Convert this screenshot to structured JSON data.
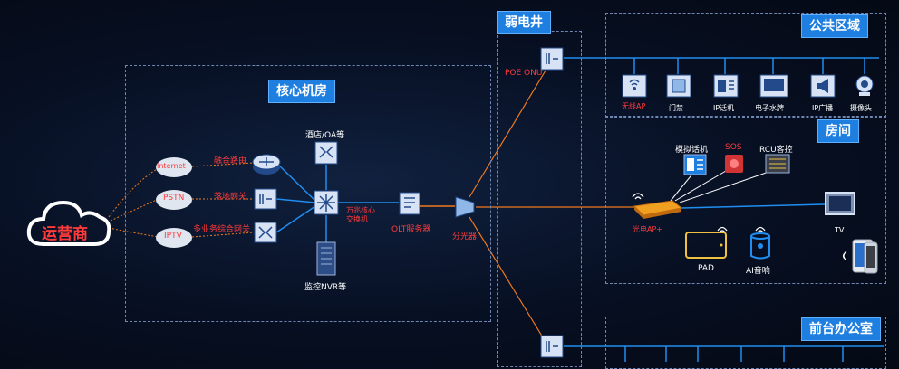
{
  "zones": {
    "core_room": "核心机房",
    "weak_well": "弱电井",
    "public_area": "公共区域",
    "room": "房间",
    "front_office": "前台办公室"
  },
  "carrier": "运营商",
  "networks": [
    "Internet",
    "PSTN",
    "IPTV"
  ],
  "links": [
    "融合路由",
    "落地网关",
    "多业务综合网关"
  ],
  "core": {
    "hotel_oa": "酒店/OA等",
    "core_switch": "万兆核心\n交换机",
    "nvr": "监控NVR等",
    "olt": "OLT服务器"
  },
  "splitter": "分光器",
  "poe_onu": "POE ONU",
  "public_devices": [
    "无线AP",
    "门禁",
    "IP话机",
    "电子水牌",
    "IP广播",
    "摄像头"
  ],
  "room_devices": {
    "analog_phone": "模拟话机",
    "sos": "SOS",
    "rcu": "RCU客控",
    "ap_plus": "光电AP+",
    "tv": "TV",
    "pad": "PAD",
    "ai_speaker": "AI音响"
  },
  "colors": {
    "line_blue": "#1f8ef0",
    "line_orange": "#f07a1e",
    "label_red": "#ff3b3b",
    "title_blue": "#1e7fe0"
  }
}
